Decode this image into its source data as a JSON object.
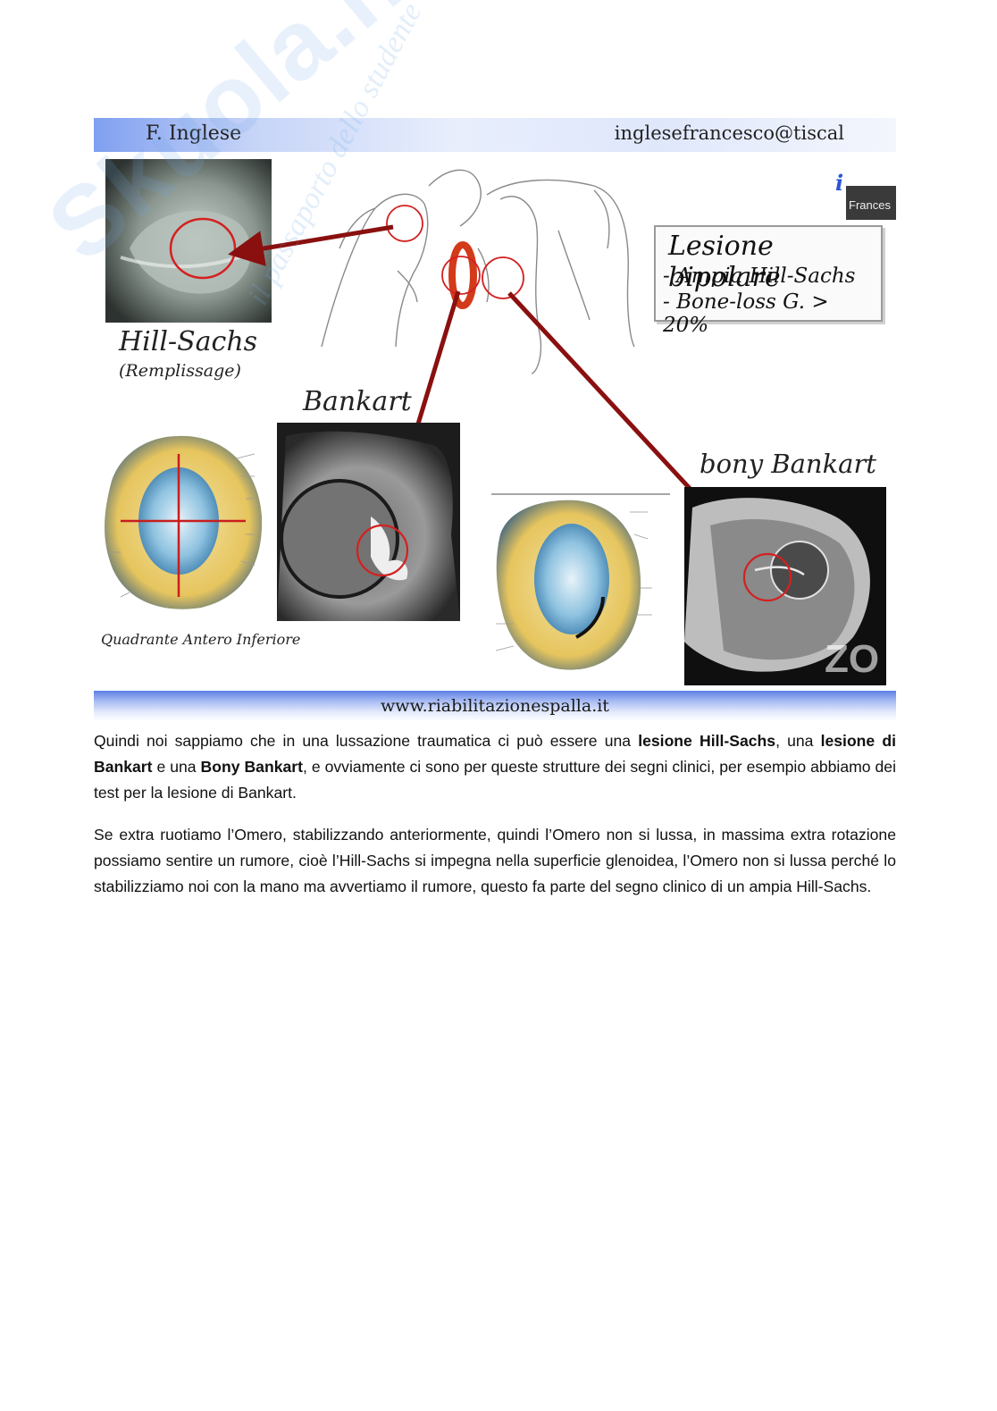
{
  "slide": {
    "author": "F. Inglese",
    "email": "inglesefrancesco@tiscal",
    "logo_text": "Frances",
    "corner_mark": "ZO",
    "website": "www.riabilitazionespalla.it",
    "labels": {
      "hill_sachs": "Hill-Sachs",
      "remplissage": "(Remplissage)",
      "bankart": "Bankart",
      "bony_bankart": "bony Bankart",
      "quadrant": "Quadrante Antero Inferiore"
    },
    "lesion_box": {
      "title": "Lesione bipolare",
      "line1": "- Ampia Hill-Sachs",
      "line2": "- Bone-loss G. > 20%"
    }
  },
  "watermark": {
    "brand": "Skuola.net",
    "tagline": "il passaporto dello studente"
  },
  "body": {
    "p1": {
      "t1": "Quindi noi sappiamo che in una lussazione traumatica ci può essere una ",
      "b1": "lesione Hill-Sachs",
      "t2": ", una ",
      "b2": "lesione di Bankart",
      "t3": " e una ",
      "b3": "Bony Bankart",
      "t4": ", e ovviamente ci sono per queste strutture dei segni clinici, per esempio abbiamo dei test per la lesione di Bankart."
    },
    "p2": "Se extra ruotiamo l’Omero, stabilizzando anteriormente, quindi l’Omero non si lussa, in massima extra rotazione possiamo sentire un rumore, cioè l’Hill-Sachs si impegna nella superficie glenoidea, l’Omero non si lussa perché lo stabilizziamo noi con la mano ma avvertiamo il rumore, questo fa parte del segno clinico di un ampia Hill-Sachs."
  }
}
